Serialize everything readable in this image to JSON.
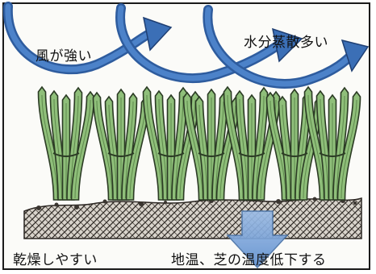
{
  "labels": {
    "wind": "風が強い",
    "evaporation": "水分蒸散多い",
    "dry": "乾燥しやすい",
    "temperature": "地温、芝の温度低下する"
  },
  "colors": {
    "arrow_blue": "#3b6fb6",
    "arrow_down": "#7fa7d8",
    "grass_green": "#8fbf7a",
    "grass_outline": "#2b3b24",
    "soil": "#3a3530"
  },
  "icons": [
    "wind-arrow-icon",
    "down-arrow-icon"
  ]
}
